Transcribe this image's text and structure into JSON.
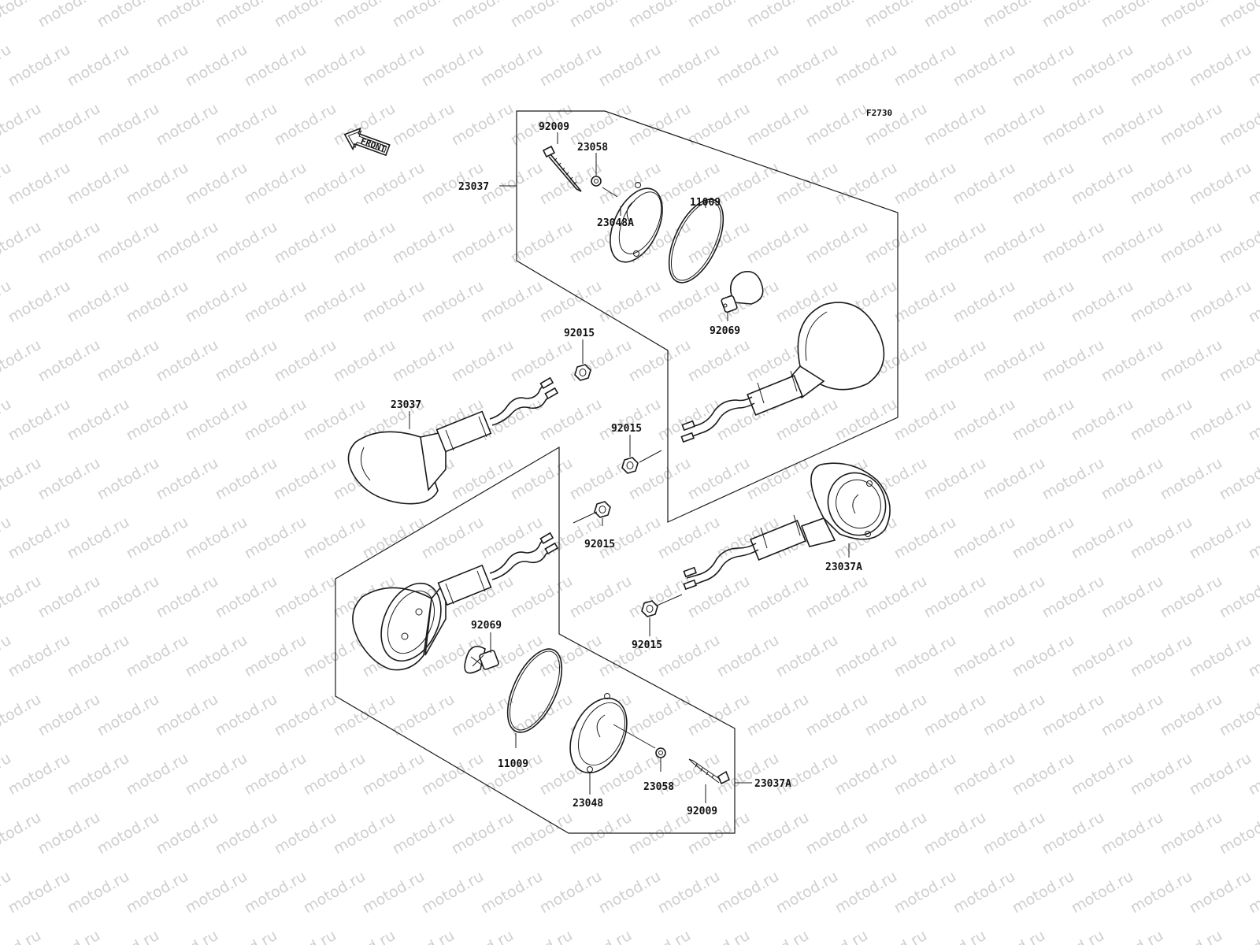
{
  "watermark": {
    "text": "motod.ru"
  },
  "figure_code": "F2730",
  "front_label": "FRONT",
  "callouts": {
    "fr_screw": "92009",
    "fr_washer": "23058",
    "fr_assembly": "23037",
    "fr_gasket": "11009",
    "fr_lens": "23048A",
    "fr_bulb": "92069",
    "fl_nut": "92015",
    "fl_assembly": "23037",
    "center_nut_upper": "92015",
    "center_nut_lower": "92015",
    "rr_assembly": "23037A",
    "rr_nut": "92015",
    "rl_bulb": "92069",
    "rl_gasket": "11009",
    "rl_lens": "23048",
    "rl_washer": "23058",
    "rl_screw": "92009",
    "rl_assembly": "23037A"
  }
}
